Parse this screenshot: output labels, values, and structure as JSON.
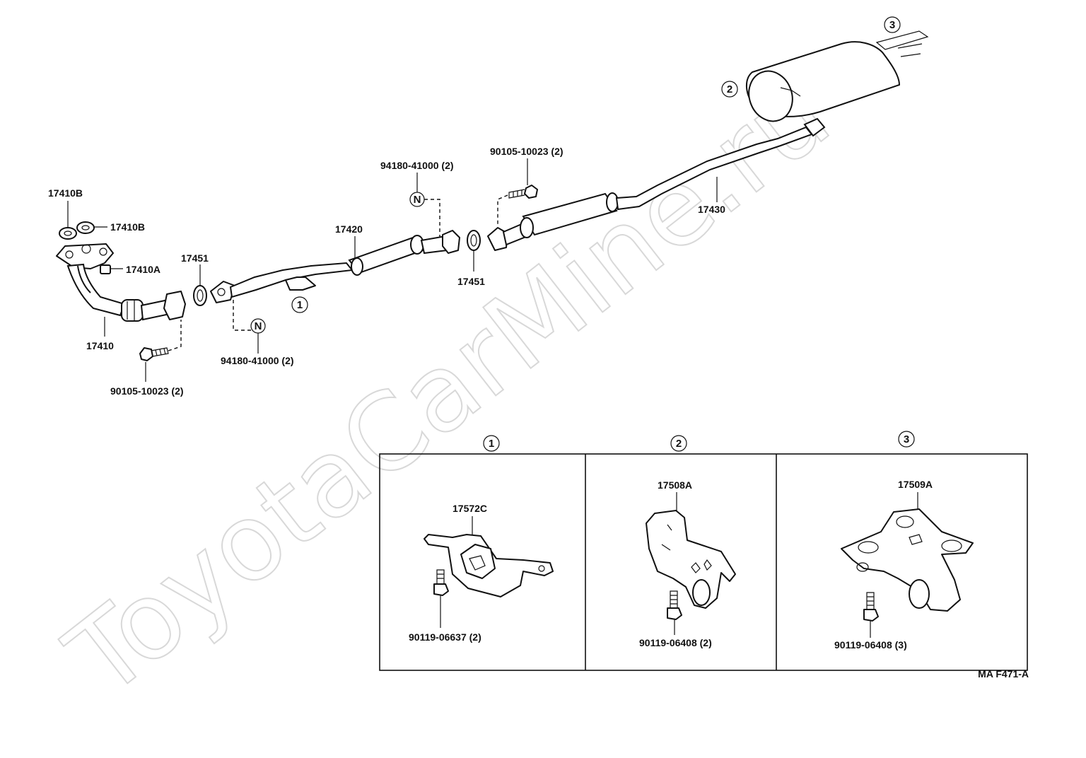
{
  "watermark": "ToyotaCarMine.ru",
  "diagram_code": "MA F471-A",
  "parts": {
    "p17410b_top": "17410B",
    "p17410b_right": "17410B",
    "p17410a": "17410A",
    "p17410": "17410",
    "p17451_left": "17451",
    "p90105_bottom": "90105-10023 (2)",
    "p94180_bottom": "94180-41000 (2)",
    "p17420": "17420",
    "p94180_top": "94180-41000 (2)",
    "p17451_mid": "17451",
    "p90105_top": "90105-10023 (2)",
    "p17430": "17430"
  },
  "markers": {
    "n_symbol": "N",
    "ref1": "1",
    "ref2": "2",
    "ref3": "3"
  },
  "details": [
    {
      "ref": "1",
      "part": "17572C",
      "bolt": "90119-06637 (2)"
    },
    {
      "ref": "2",
      "part": "17508A",
      "bolt": "90119-06408 (2)"
    },
    {
      "ref": "3",
      "part": "17509A",
      "bolt": "90119-06408 (3)"
    }
  ]
}
